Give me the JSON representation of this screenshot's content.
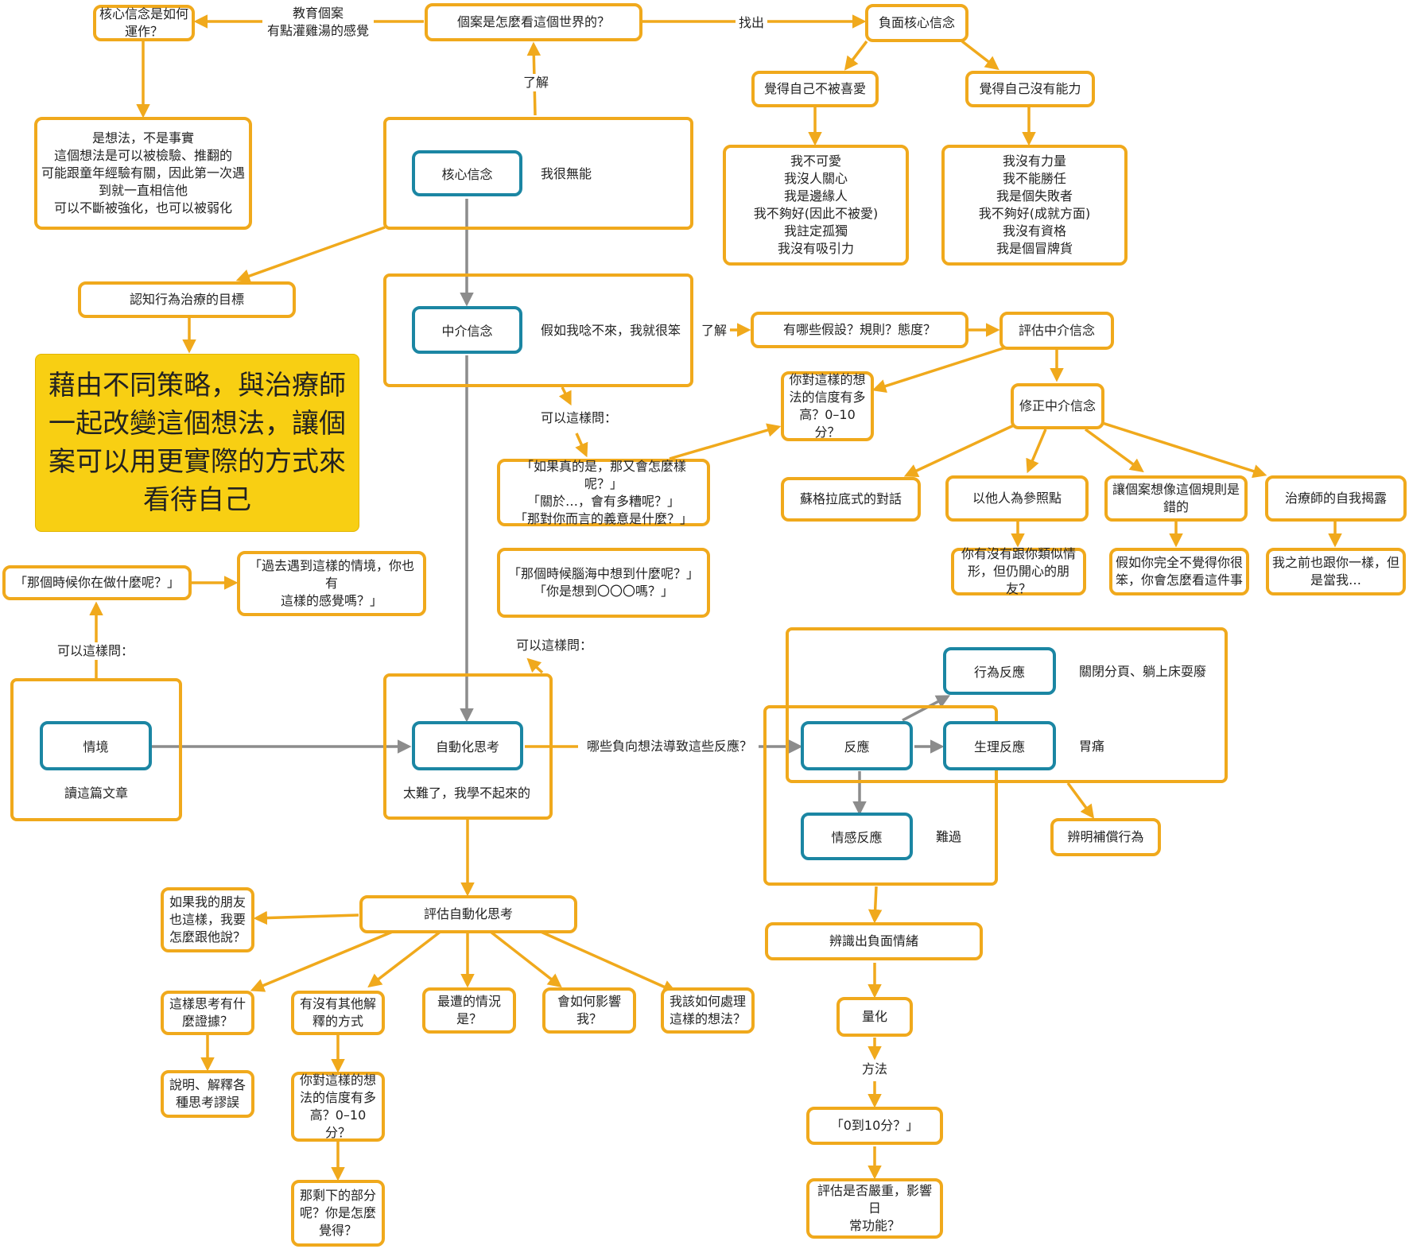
{
  "colors": {
    "accent": "#f0a91c",
    "inner_node": "#1b86a3",
    "gray_arrow": "#8c8c8c",
    "highlight_fill": "#f8cf13"
  },
  "core": {
    "how_works": "核心信念是如何\n運作？",
    "edu_label": "教育個案\n有點灌雞湯的感覺",
    "how_see": "個案是怎麼看這個世界的？",
    "find_label": "找出",
    "negative": "負面核心信念",
    "unlovable": "覺得自己不被喜愛",
    "incapable": "覺得自己沒有能力",
    "unlovable_list": "我不可愛\n我沒人關心\n我是邊緣人\n我不夠好(因此不被愛)\n我註定孤獨\n我沒有吸引力",
    "incapable_list": "我沒有力量\n我不能勝任\n我是個失敗者\n我不夠好(成就方面)\n我沒有資格\n我是個冒牌貨",
    "understand": "了解",
    "thought_note": "是想法，不是事實\n這個想法是可以被檢驗、推翻的\n可能跟童年經驗有關，因此第一次遇\n到就一直相信他\n可以不斷被強化，也可以被弱化",
    "label": "核心信念",
    "example": "我很無能"
  },
  "cbt": {
    "goal": "認知行為治療的目標",
    "goal_text": "藉由不同策略，與治療師\n一起改變這個想法，讓個\n案可以用更實際的方式來\n看待自己"
  },
  "intermediate": {
    "label": "中介信念",
    "example": "假如我唸不來，我就很笨",
    "understand": "了解",
    "assumptions": "有哪些假設？規則？態度？",
    "evaluate": "評估中介信念",
    "credibility": "你對這樣的想\n法的信度有多\n高？0–10分？",
    "can_ask": "可以這樣問：",
    "questions": "「如果真的是，那又會怎麼樣呢？」\n「關於…，會有多糟呢？」\n「那對你而言的義意是什麼？」",
    "modify": "修正中介信念",
    "socratic": "蘇格拉底式的對話",
    "others_ref": "以他人為參照點",
    "imagine_wrong": "讓個案想像這個規則是\n錯的",
    "self_disclosure": "治療師的自我揭露",
    "others_q": "你有沒有跟你類似情\n形，但仍開心的朋友？",
    "imagine_q": "假如你完全不覺得你很\n笨，你會怎麼看這件事",
    "disclosure_q": "我之前也跟你一樣，但\n是當我…"
  },
  "situation": {
    "label": "情境",
    "example": "讀這篇文章",
    "can_ask": "可以這樣問：",
    "q1": "「那個時候你在做什麼呢？」",
    "q2": "「過去遇到這樣的情境，你也有\n這樣的感覺嗎？」"
  },
  "automatic": {
    "label": "自動化思考",
    "example": "太難了，我學不起來的",
    "can_ask": "可以這樣問：",
    "questions": "「那個時候腦海中想到什麼呢？」\n「你是想到〇〇〇嗎？」",
    "which_label": "哪些負向想法導致這些反應？",
    "evaluate": "評估自動化思考",
    "friend": "如果我的朋友\n也這樣，我要\n怎麼跟他說？",
    "evidence": "這樣思考有什\n麼證據？",
    "other_explain": "有沒有其他解\n釋的方式",
    "worst": "最遭的情況\n是？",
    "affect": "會如何影響\n我？",
    "handle": "我該如何處理\n這樣的想法？",
    "explain_errors": "說明、解釋各\n種思考謬誤",
    "credibility": "你對這樣的想\n法的信度有多\n高？0–10分？",
    "remaining": "那剩下的部分\n呢？你是怎麼\n覺得？"
  },
  "reaction": {
    "label": "反應",
    "behavior": "行為反應",
    "behavior_ex": "關閉分頁、躺上床耍廢",
    "physio": "生理反應",
    "physio_ex": "胃痛",
    "emotion": "情感反應",
    "emotion_ex": "難過",
    "compensate": "辨明補償行為",
    "identify_neg": "辨識出負面情緒",
    "quantify": "量化",
    "method": "方法",
    "scale": "「0到10分？」",
    "severity": "評估是否嚴重，影響日\n常功能？"
  }
}
